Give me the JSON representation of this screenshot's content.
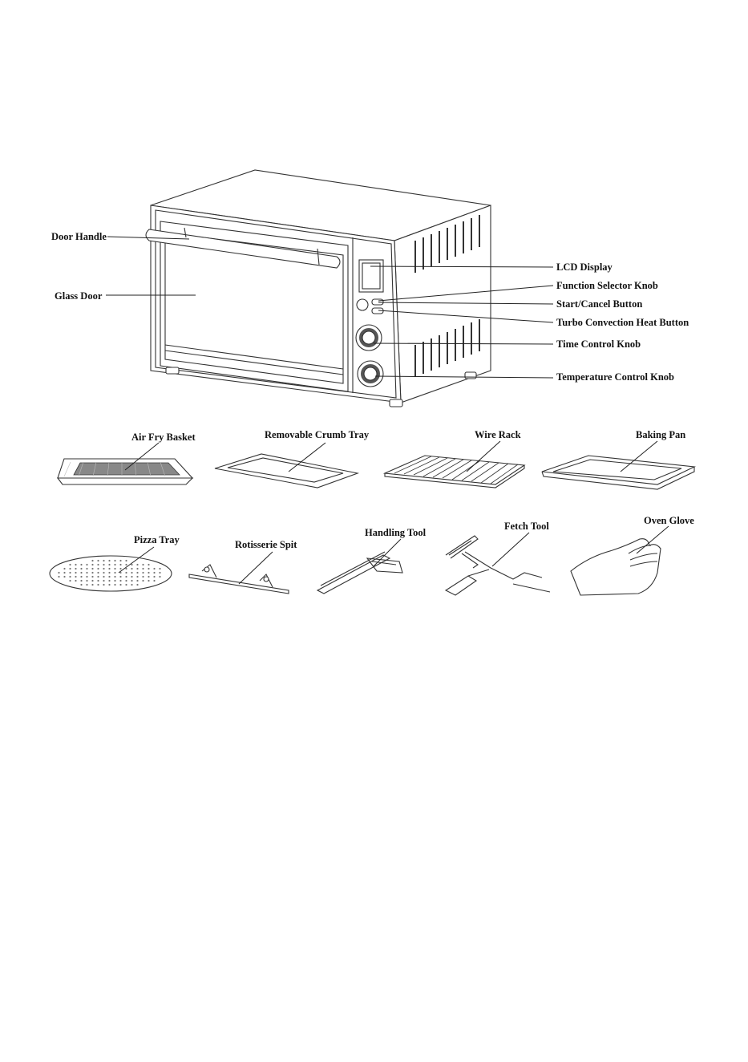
{
  "oven_labels": {
    "door_handle": "Door Handle",
    "glass_door": "Glass Door",
    "lcd_display": "LCD Display",
    "function_selector_knob": "Function Selector Knob",
    "start_cancel_button": "Start/Cancel Button",
    "turbo_convection_heat_button": "Turbo Convection Heat Button",
    "time_control_knob": "Time Control Knob",
    "temperature_control_knob": "Temperature Control Knob"
  },
  "accessories": {
    "air_fry_basket": "Air Fry Basket",
    "removable_crumb_tray": "Removable Crumb Tray",
    "wire_rack": "Wire Rack",
    "baking_pan": "Baking Pan",
    "pizza_tray": "Pizza Tray",
    "rotisserie_spit": "Rotisserie Spit",
    "handling_tool": "Handling Tool",
    "fetch_tool": "Fetch Tool",
    "oven_glove": "Oven Glove"
  }
}
